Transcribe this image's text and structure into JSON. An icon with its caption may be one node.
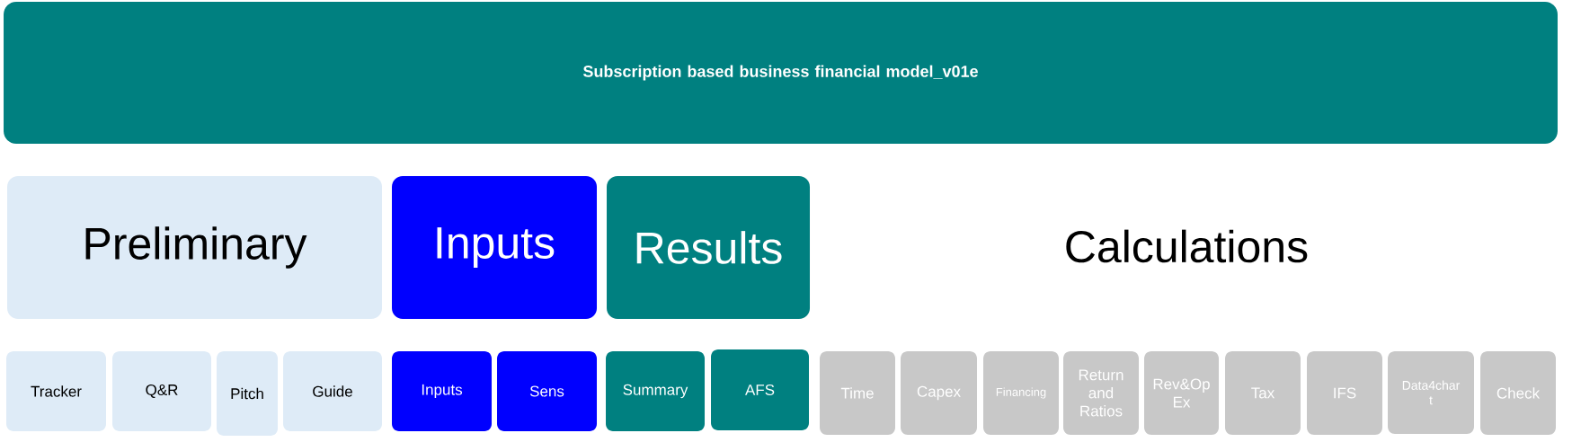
{
  "diagram": {
    "nodes": [
      {
        "text": [
          "Subscription based business financial model_v01e"
        ]
      },
      {
        "text": [
          "Preliminary"
        ]
      },
      {
        "text": [
          "Inputs"
        ]
      },
      {
        "text": [
          "Results"
        ]
      },
      {
        "text": [
          "Tracker"
        ]
      },
      {
        "text": [
          "Q&R"
        ]
      },
      {
        "text": [
          "Pitch"
        ]
      },
      {
        "text": [
          "Guide"
        ]
      },
      {
        "text": [
          "Inputs"
        ]
      },
      {
        "text": [
          "Sens"
        ]
      },
      {
        "text": [
          "Summary"
        ]
      },
      {
        "text": [
          "AFS"
        ]
      },
      {
        "text": [
          "Time"
        ]
      },
      {
        "text": [
          "Capex"
        ]
      },
      {
        "text": [
          "Financing"
        ]
      },
      {
        "text": [
          "Return and Ratios"
        ]
      },
      {
        "text": [
          "Rev&Op Ex"
        ]
      },
      {
        "text": [
          "Tax"
        ]
      },
      {
        "text": [
          "IFS"
        ]
      },
      {
        "text": [
          "Data4char t"
        ]
      },
      {
        "text": [
          "Check"
        ]
      }
    ],
    "labels": [
      "Calculations"
    ]
  }
}
